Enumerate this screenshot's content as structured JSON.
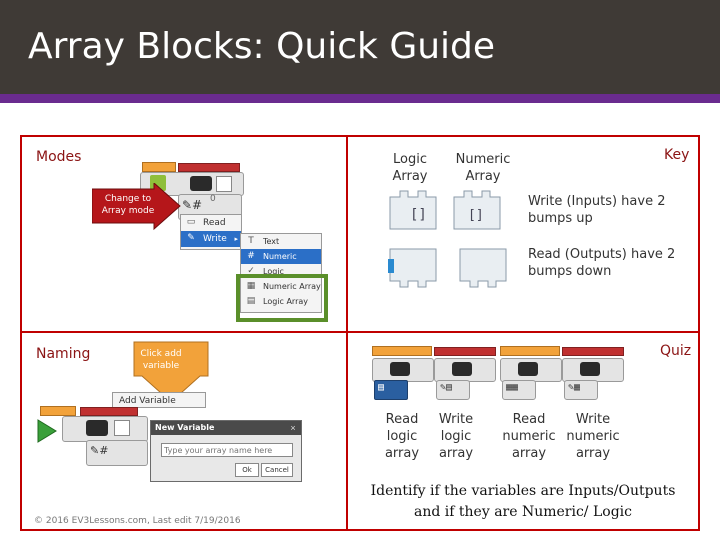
{
  "title": "Array Blocks: Quick Guide",
  "modes": {
    "heading": "Modes",
    "callout": "Change to Array mode",
    "menu_items": [
      "Read",
      "Write"
    ],
    "submenu_items": [
      "Text",
      "Numeric",
      "Logic",
      "Numeric Array",
      "Logic Array"
    ],
    "block_value": "0"
  },
  "key": {
    "heading": "Key",
    "col_logic": "Logic Array",
    "col_numeric": "Numeric Array",
    "write_desc": "Write (Inputs) have 2 bumps up",
    "read_desc": "Read (Outputs) have 2 bumps down"
  },
  "naming": {
    "heading": "Naming",
    "callout": "Click add variable",
    "add_variable": "Add Variable",
    "dialog_title": "New Variable",
    "input_placeholder": "Type your array name here",
    "ok_button": "Ok",
    "cancel_button": "Cancel"
  },
  "quiz": {
    "heading": "Quiz",
    "labels": [
      "Read logic array",
      "Write logic array",
      "Read numeric array",
      "Write numeric array"
    ],
    "instruction": "Identify if the variables are Inputs/Outputs and if they are Numeric/ Logic"
  },
  "footer": "© 2016 EV3Lessons.com, Last edit 7/19/2016",
  "colors": {
    "title_bg": "#3f3a36",
    "accent": "#6a2b8f",
    "frame": "#c00000",
    "heading": "#8b1414",
    "callout_fill": "#b5161a",
    "callout_fill_orange": "#f2a23a",
    "selection": "#2b6fc7",
    "highlight_box": "#5a8f2a"
  }
}
